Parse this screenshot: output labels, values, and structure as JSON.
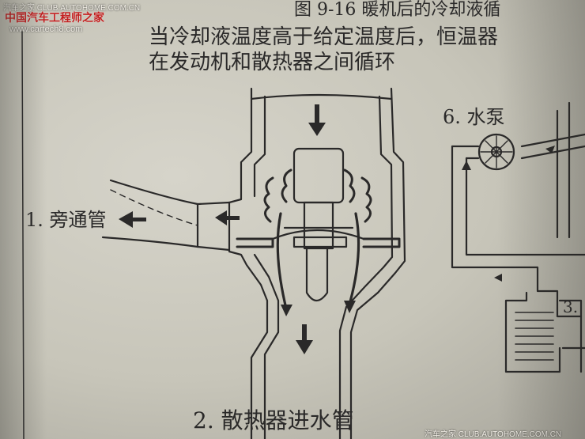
{
  "watermarks": {
    "top_site": "汽车之家  CLUB.AUTOHOME.COM.CN",
    "top_brand": "中国汽车工程师之家",
    "top_url": "www.cartech8.com",
    "bottom": "汽车之家  CLUB.AUTOHOME.COM.CN"
  },
  "figure_caption": "图 9-16   暖机后的冷却液循",
  "body_text": {
    "line1": "当冷却液温度高于给定温度后，恒温器",
    "line2": "在发动机和散热器之间循环"
  },
  "labels": {
    "bypass": "1. 旁通管",
    "radiator_inlet": "2. 散热器进水管",
    "water_pump": "6. 水泵",
    "partial_3": "3."
  },
  "colors": {
    "ink": "#2a2929",
    "paper": "#c9c7bc",
    "watermark_red": "#c21f1f"
  }
}
